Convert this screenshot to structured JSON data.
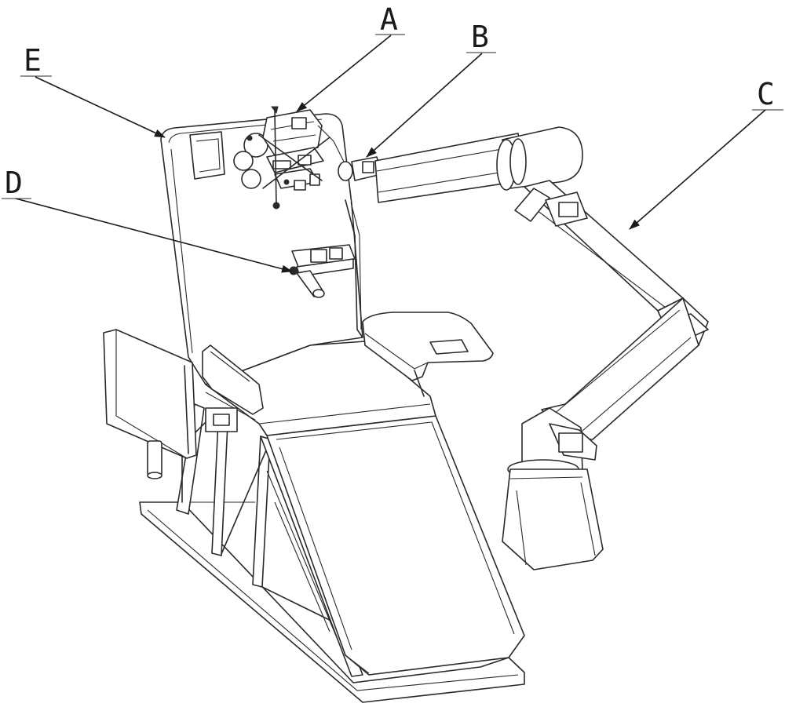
{
  "labels": {
    "A": "A",
    "B": "B",
    "C": "C",
    "D": "D",
    "E": "E"
  },
  "colors": {
    "line": "#2a2a2a",
    "background": "#ffffff"
  }
}
